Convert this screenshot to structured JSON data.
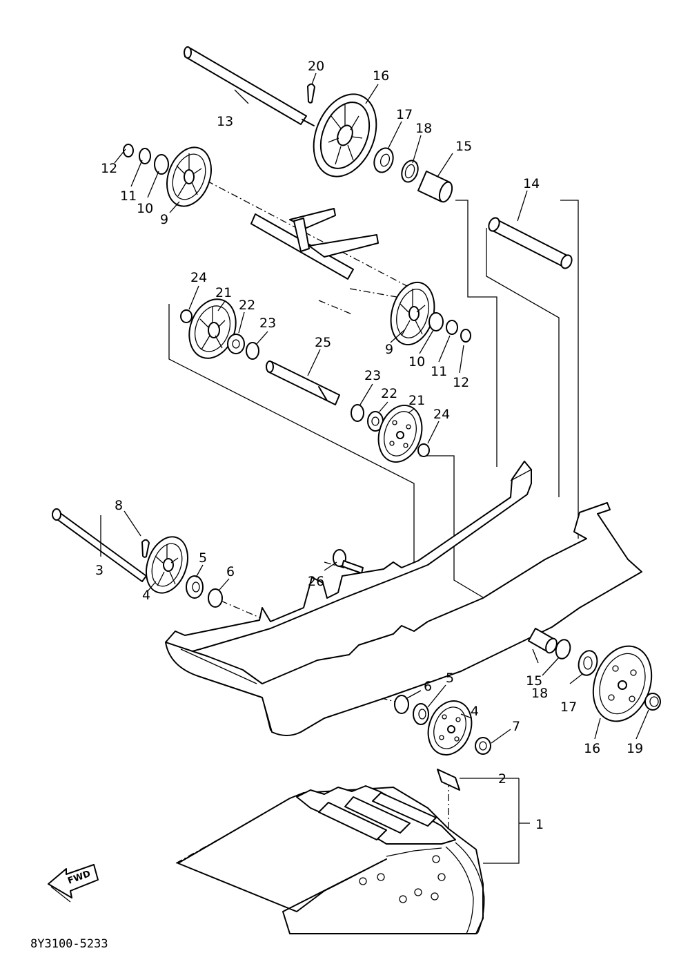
{
  "diagram": {
    "footer_code": "8Y3100-5233",
    "direction_label": "FWD",
    "callouts": [
      "1",
      "2",
      "3",
      "4",
      "5",
      "6",
      "7",
      "8",
      "9",
      "10",
      "11",
      "12",
      "13",
      "14",
      "15",
      "16",
      "17",
      "18",
      "19",
      "20",
      "21",
      "22",
      "23",
      "24",
      "25",
      "26"
    ]
  }
}
